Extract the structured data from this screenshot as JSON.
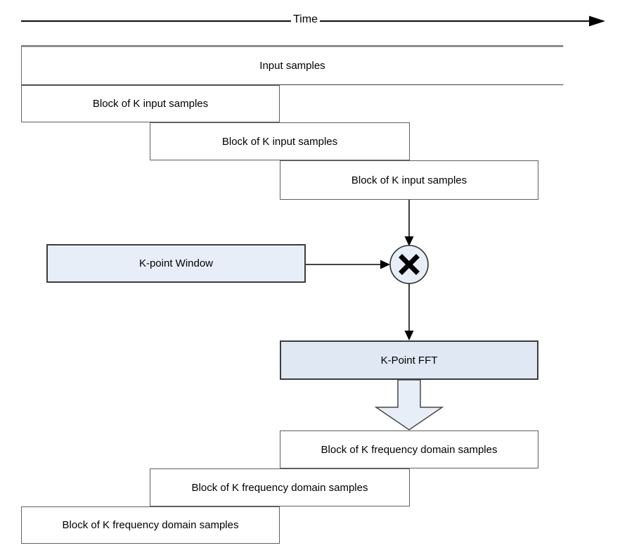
{
  "diagram": {
    "time_axis": {
      "label": "Time"
    },
    "input_box": {
      "label": "Input samples"
    },
    "input_blocks": [
      {
        "label": "Block of K input samples"
      },
      {
        "label": "Block of K input samples"
      },
      {
        "label": "Block of K input samples"
      }
    ],
    "window_box": {
      "label": "K-point Window"
    },
    "multiply_node": {
      "symbol": "multiply"
    },
    "fft_box": {
      "label": "K-Point FFT"
    },
    "freq_blocks": [
      {
        "label": "Block of K frequency domain samples"
      },
      {
        "label": "Block of K frequency domain samples"
      },
      {
        "label": "Block of K frequency domain samples"
      }
    ],
    "colors": {
      "background": "#ffffff",
      "text": "#000000",
      "plain_box_border": "#5f5f5f",
      "input_top_border": "#8c8c8c",
      "shaded_fill": "#e8eef8",
      "fft_fill": "#dfe8f3",
      "shaded_border": "#3d3d3d",
      "connector_line": "#1a1a1a"
    }
  }
}
